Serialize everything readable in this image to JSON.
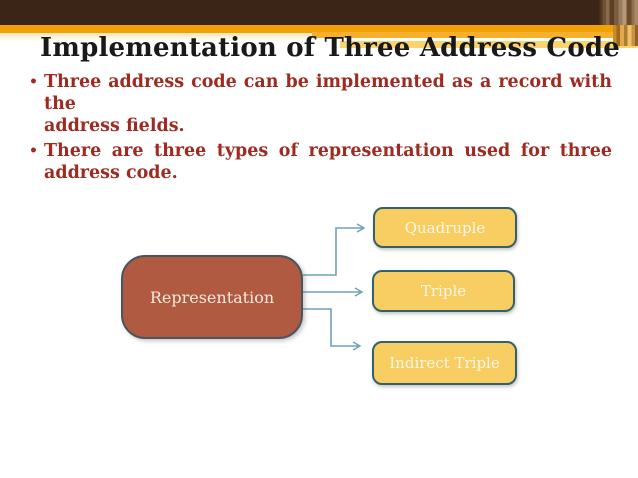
{
  "slide": {
    "title": "Implementation of Three Address Code",
    "bullets": [
      {
        "text": "Three address code can be implemented as a record with the address fields.",
        "lines": [
          "Three address code can be implemented as a record with the",
          "address fields."
        ]
      },
      {
        "text": "There are three types of representation used for three address code.",
        "lines": [
          "There are three types of representation used for three",
          "address code."
        ]
      }
    ],
    "diagram": {
      "root": {
        "label": "Representation"
      },
      "children": [
        {
          "label": "Quadruple"
        },
        {
          "label": "Triple"
        },
        {
          "label": "Indirect Triple"
        }
      ]
    },
    "colors": {
      "header_brown": "#3b2516",
      "accent_orange": "#f2a104",
      "band_amber": "#f6b02c",
      "band_yellow": "#fbd470",
      "title_text": "#191919",
      "bullet_text": "#9e2b22",
      "root_fill": "#b05a42",
      "root_border": "#4a5560",
      "child_fill": "#f8cd62",
      "child_border": "#34616a",
      "connector": "#6fa0b9"
    }
  }
}
